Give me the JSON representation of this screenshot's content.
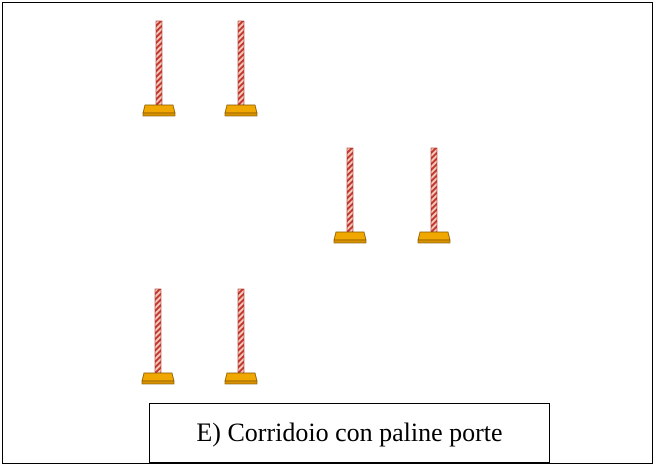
{
  "caption": {
    "text": "E) Corridoio con paline porte"
  },
  "colors": {
    "pole_stripe_red": "#c0392b",
    "pole_stripe_light": "#f6c8c0",
    "base_fill": "#f0a800",
    "base_stroke": "#8a5a00",
    "frame": "#000000"
  },
  "groups": [
    {
      "name": "gate-1",
      "poles": 2
    },
    {
      "name": "gate-2",
      "poles": 2
    },
    {
      "name": "gate-3",
      "poles": 2
    }
  ]
}
